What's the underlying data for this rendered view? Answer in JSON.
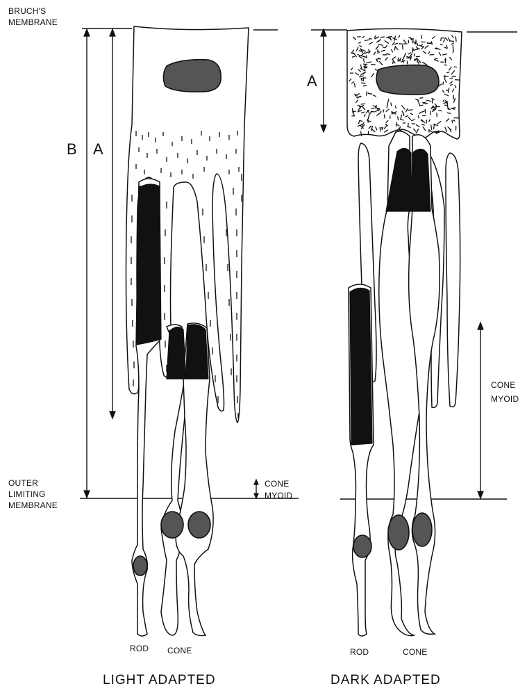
{
  "labels": {
    "bruchs_membrane_1": "BRUCH'S",
    "bruchs_membrane_2": "MEMBRANE",
    "outer_limiting_1": "OUTER",
    "outer_limiting_2": "LIMITING",
    "outer_limiting_3": "MEMBRANE",
    "dim_b": "B",
    "dim_a_left": "A",
    "dim_a_right": "A",
    "cone_myoid_left_1": "CONE",
    "cone_myoid_left_2": "MYOID",
    "cone_myoid_right_1": "CONE",
    "cone_myoid_right_2": "MYOID",
    "rod_left": "ROD",
    "cone_left": "CONE",
    "rod_right": "ROD",
    "cone_right": "CONE",
    "light_adapted": "LIGHT ADAPTED",
    "dark_adapted": "DARK ADAPTED"
  },
  "colors": {
    "ink": "#111111",
    "nucleus": "#555555",
    "background": "#ffffff"
  }
}
